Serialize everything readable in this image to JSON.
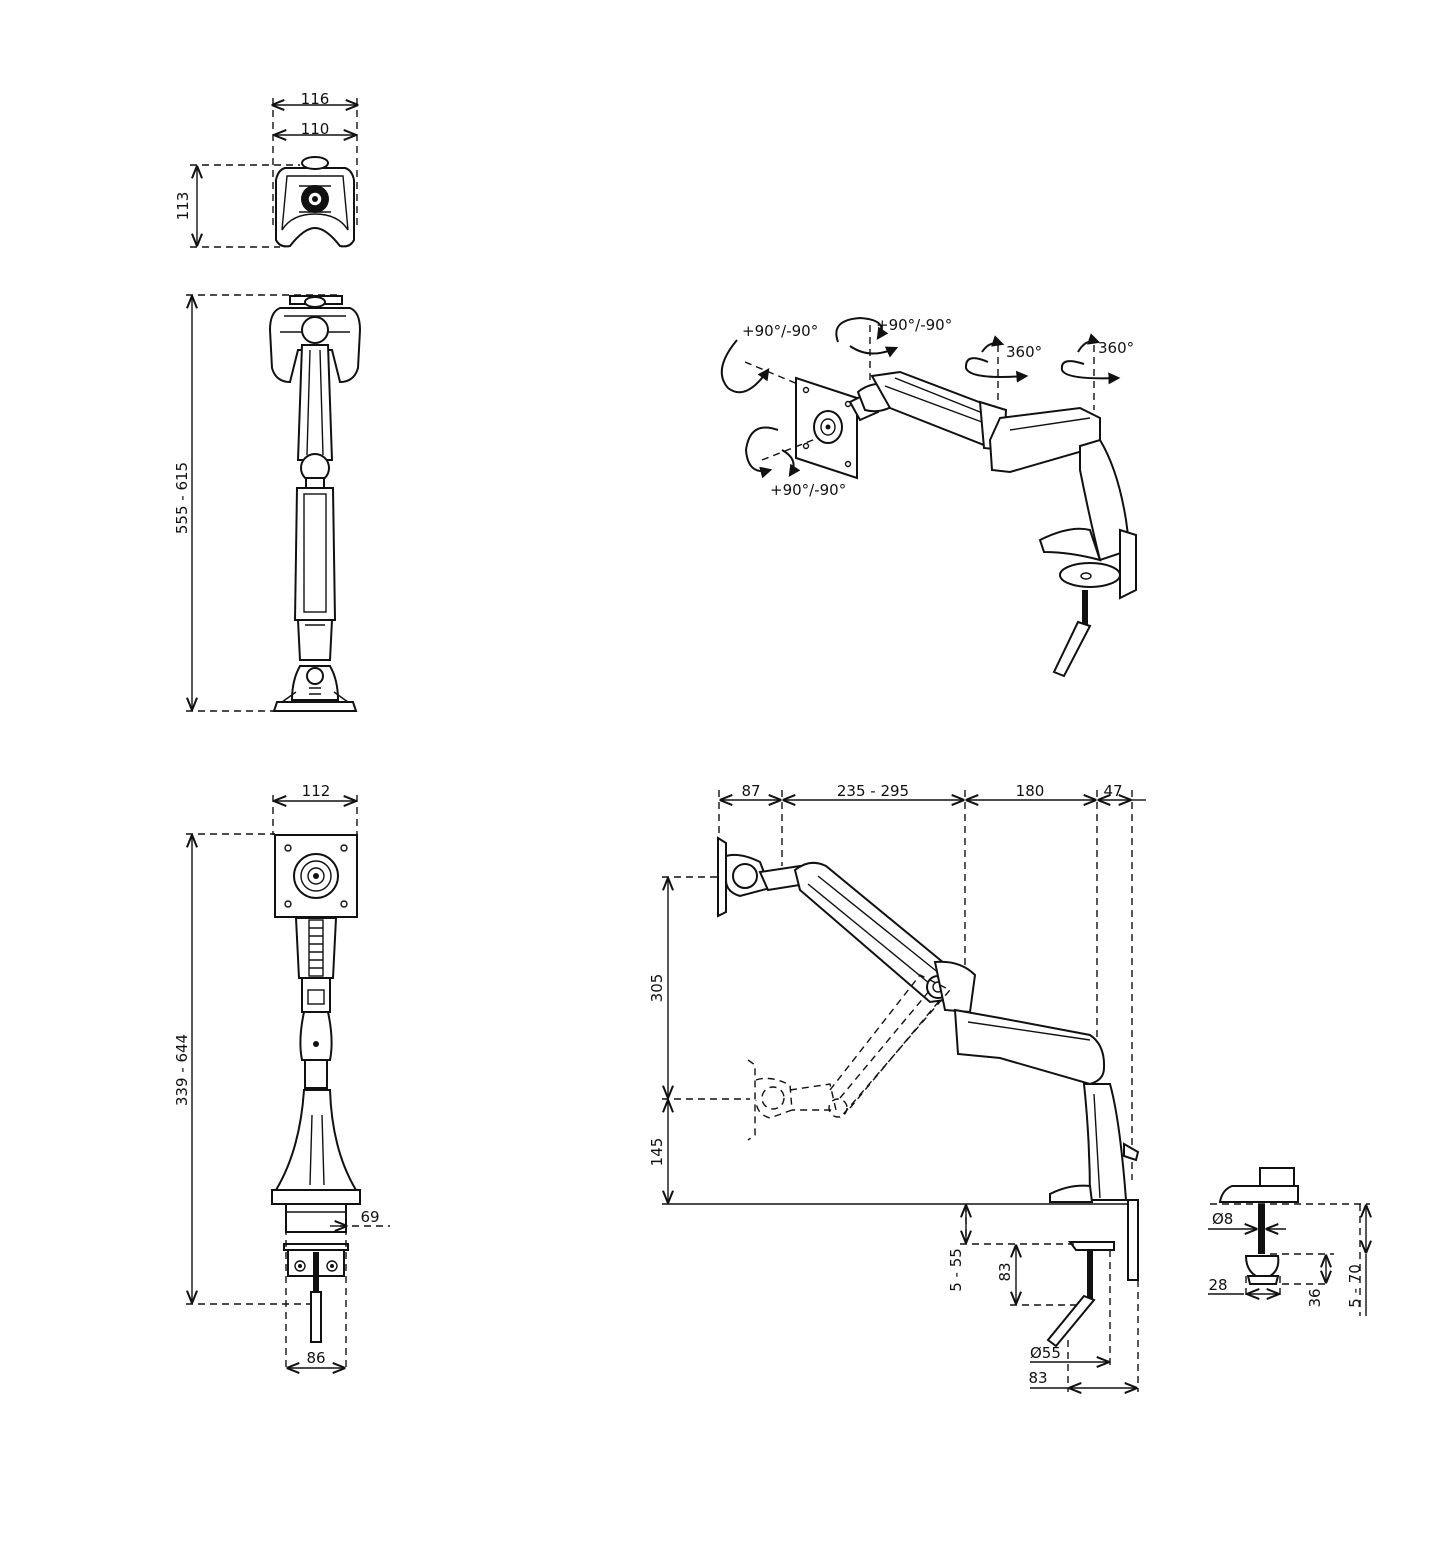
{
  "top_view": {
    "width_outer": "116",
    "width_inner": "110",
    "depth": "113"
  },
  "front_view": {
    "height": "555 - 615"
  },
  "rear_view": {
    "plate_width": "112",
    "height": "339 - 644",
    "clamp_offset": "69",
    "clamp_width": "86"
  },
  "rotation_view": {
    "head_tilt": "+90°/-90°",
    "head_swivel": "+90°/-90°",
    "plate_rotate": "+90°/-90°",
    "arm_joint": "360°",
    "base_joint": "360°"
  },
  "side_view": {
    "reach_plate": "87",
    "reach_arm": "235 - 295",
    "reach_base": "180",
    "reach_clamp": "47",
    "height_up": "305",
    "height_down": "145",
    "desk_thickness": "5 - 55",
    "clamp_depth": "83",
    "clamp_diameter": "Ø55",
    "clamp_offset": "83"
  },
  "grommet_view": {
    "bolt_diameter": "Ø8",
    "nut_width": "28",
    "nut_height": "36",
    "desk_thickness": "5 - 70"
  }
}
